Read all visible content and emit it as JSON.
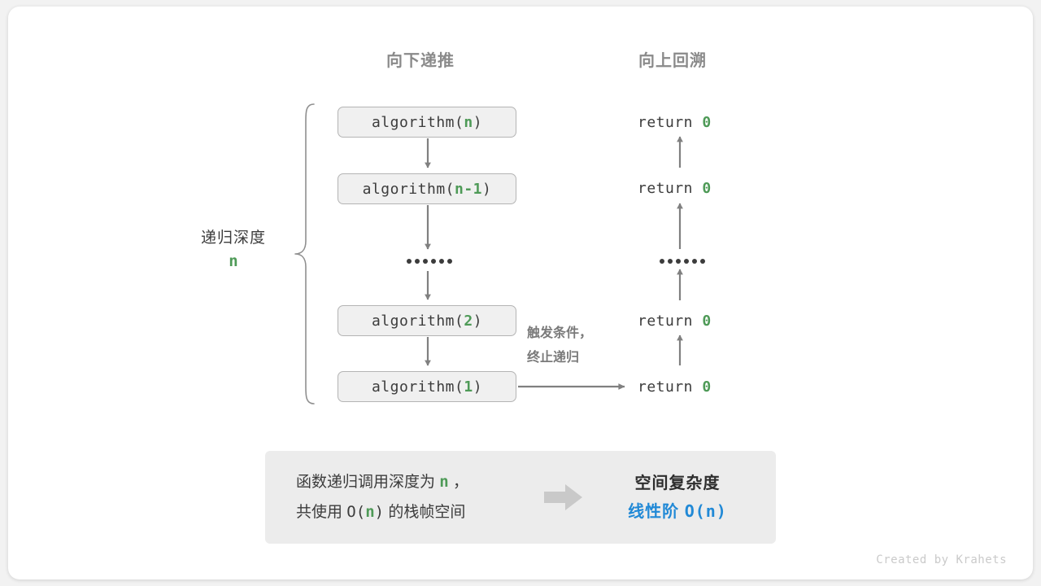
{
  "headers": {
    "downward": "向下递推",
    "upward": "向上回溯"
  },
  "depth": {
    "title": "递归深度",
    "variable": "n"
  },
  "calls": [
    {
      "prefix": "algorithm(",
      "arg": "n",
      "suffix": ")"
    },
    {
      "prefix": "algorithm(",
      "arg": "n-1",
      "suffix": ")"
    },
    {
      "prefix": "algorithm(",
      "arg": "2",
      "suffix": ")"
    },
    {
      "prefix": "algorithm(",
      "arg": "1",
      "suffix": ")"
    }
  ],
  "returns": [
    {
      "keyword": "return",
      "value": "0"
    },
    {
      "keyword": "return",
      "value": "0"
    },
    {
      "keyword": "return",
      "value": "0"
    },
    {
      "keyword": "return",
      "value": "0"
    }
  ],
  "ellipsis": "••••••",
  "trigger_note": {
    "line1": "触发条件，",
    "line2": "终止递归"
  },
  "summary": {
    "left_line1_a": "函数递归调用深度为",
    "left_line1_var": "n",
    "left_line1_b": "，",
    "left_line2_a": "共使用",
    "left_line2_big_o_open": "O(",
    "left_line2_var": "n",
    "left_line2_big_o_close": ")",
    "left_line2_b": "的栈帧空间",
    "arrow_icon": "right-block-arrow",
    "right_title": "空间复杂度",
    "right_value_label": "线性阶",
    "right_value_expr": "O(n)"
  },
  "footer": "Created by Krahets",
  "colors": {
    "green": "#4e9a57",
    "blue": "#2189d6",
    "text": "#3c3c3c",
    "muted": "#8a8a8a",
    "box_fill": "#f0f0f0",
    "box_border": "#b4b4b4",
    "arrow": "#808080",
    "panel": "#ececec"
  }
}
